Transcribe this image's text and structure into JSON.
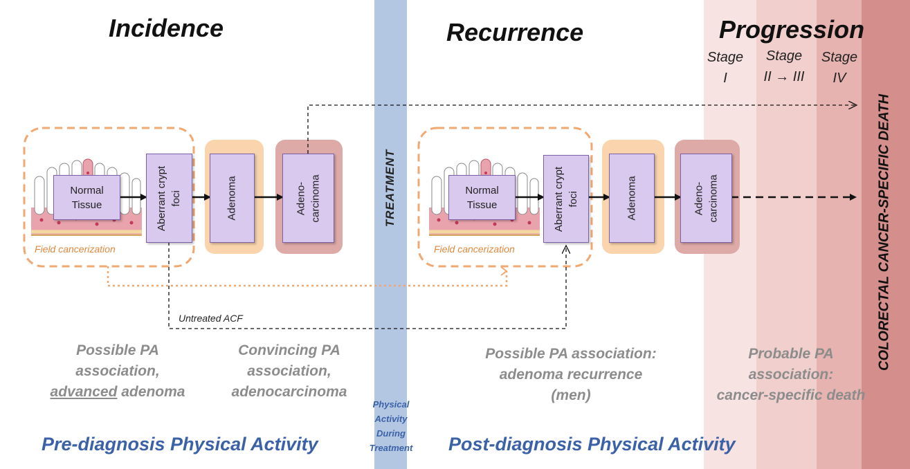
{
  "titles": {
    "incidence": "Incidence",
    "recurrence": "Recurrence",
    "progression": "Progression"
  },
  "stages": [
    {
      "line1": "Stage",
      "line2": "I"
    },
    {
      "line1": "Stage",
      "line2": "II → III"
    },
    {
      "line1": "Stage",
      "line2": "IV"
    }
  ],
  "boxes": {
    "normal_tissue_1": {
      "line1": "Normal",
      "line2": "Tissue"
    },
    "aberrant_crypt_1": {
      "line1": "Aberrant crypt",
      "line2": "foci"
    },
    "adenoma_1": "Adenoma",
    "adenocarcinoma_1": {
      "line1": "Adeno-",
      "line2": "carcinoma"
    },
    "normal_tissue_2": {
      "line1": "Normal",
      "line2": "Tissue"
    },
    "aberrant_crypt_2": {
      "line1": "Aberrant crypt",
      "line2": "foci"
    },
    "adenoma_2": "Adenoma",
    "adenocarcinoma_2": {
      "line1": "Adeno-",
      "line2": "carcinoma"
    }
  },
  "field_cancerization": "Field cancerization",
  "untreated_acf": "Untreated ACF",
  "treatment": "TREATMENT",
  "death": "COLORECTAL CANCER-SPECIFIC DEATH",
  "associations": {
    "possible_pa": {
      "line1": "Possible PA",
      "line2": "association,",
      "line3_underlined": "advanced",
      "line3_rest": " adenoma"
    },
    "convincing_pa": {
      "line1": "Convincing PA",
      "line2": "association,",
      "line3": "adenocarcinoma"
    },
    "recurrence_pa": {
      "line1": "Possible PA association:",
      "line2": "adenoma recurrence",
      "line3": "(men)"
    },
    "probable_pa": {
      "line1": "Probable PA",
      "line2": "association:",
      "line3": "cancer-specific death"
    }
  },
  "physical_activity": {
    "pre": "Pre-diagnosis Physical Activity",
    "during": {
      "line1": "Physical",
      "line2": "Activity",
      "line3": "During",
      "line4": "Treatment"
    },
    "post": "Post-diagnosis Physical Activity"
  },
  "colors": {
    "treatment_bar": "#b3c7e3",
    "adenoma_bg": "#f9d4ad",
    "adenocarcinoma_bg": "#deaaa8",
    "field_dash": "#f0a870",
    "progression_band_1": "#f7e3e1",
    "progression_band_2": "#f0cfcc",
    "progression_band_3": "#e6b3b0",
    "death_bar": "#d48f8c",
    "box_fill": "#d9c9ee",
    "pa_text": "#3b61a6",
    "assoc_text": "#8c8c8c"
  }
}
